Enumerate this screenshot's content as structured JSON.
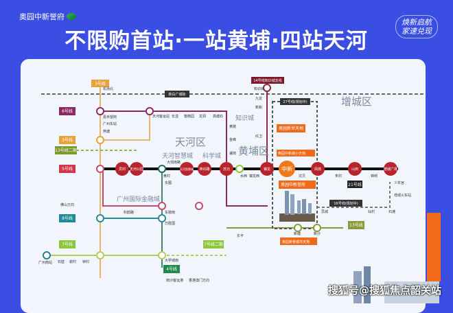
{
  "brand": "奥园中新誉府",
  "title": "不限购首站·一站黄埔·四站天河",
  "slogan": [
    "焕新启航",
    "家速兑现"
  ],
  "districts": [
    "天河区",
    "黄埔区",
    "增城区",
    "天河智慧城",
    "科学城",
    "知识城",
    "广州国际金融城"
  ],
  "line_labels": [
    "3号线",
    "6号线",
    "3号线",
    "13号线二期",
    "5号线",
    "8号线",
    "7号线",
    "7号线二期",
    "4号线",
    "13号线",
    "14号线知识城支线",
    "27号线(规划中)",
    "21号线",
    "16号线(规划中)",
    "新白广城际"
  ],
  "callouts": [
    "奥园新世天地",
    "奥园中新城小天地",
    "奥园中新誉府",
    "奥园新誉城市天地"
  ],
  "big_stations": [
    "员村",
    "天河公园",
    "天河智慧城",
    "神舟路",
    "苏元",
    "镇龙",
    "中新",
    "凤岗",
    "山田",
    "增城广场"
  ],
  "small_stations": [
    "机场北",
    "嘉禾望岗",
    "广州东站",
    "燕塘",
    "天河客运站",
    "长湴",
    "植物园",
    "龙洞",
    "高塘石",
    "黄陂",
    "金峰",
    "暹岗",
    "水西",
    "镇龙西",
    "坑贝",
    "朱村",
    "钟岗",
    "知识城",
    "九龙",
    "新和",
    "红卫",
    "少年宫",
    "增城火车站",
    "东圃",
    "万胜围",
    "大学城南",
    "广州南站",
    "石壁",
    "谢村",
    "钟村",
    "南沙客运港",
    "新塘",
    "新沙",
    "荔城",
    "仙村",
    "石滩",
    "长平",
    "大观南路",
    "黄村",
    "科韵路",
    "车陂南"
  ],
  "direction_labels": [
    "佛山方向",
    "香港澳门方向"
  ],
  "watermark": "搜狐号@搜狐焦点韶关站"
}
